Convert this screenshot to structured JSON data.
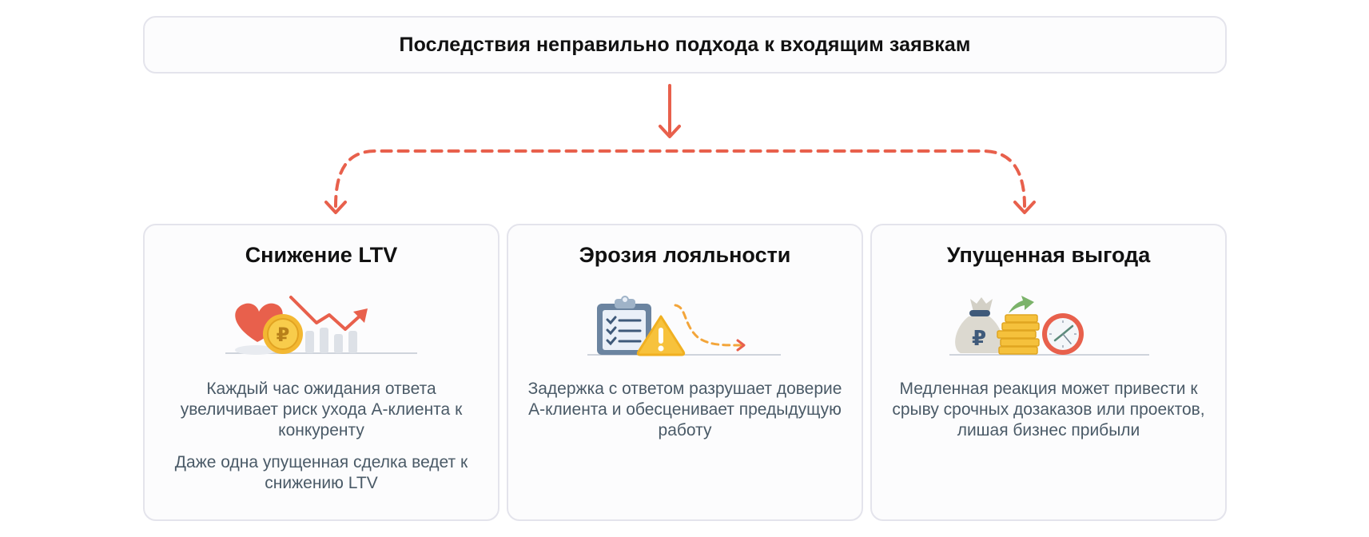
{
  "header": {
    "title": "Последствия неправильно подхода к входящим заявкам"
  },
  "colors": {
    "accent": "#e8604c",
    "border": "#e4e4ec",
    "text_body": "#4a5a67",
    "text_title": "#111111"
  },
  "connector": {
    "style": "solid-down-then-dashed-split",
    "branches": [
      "left",
      "right"
    ]
  },
  "cards": [
    {
      "title": "Снижение LTV",
      "icon": "heart-ruble-coin-declining-chart-icon",
      "paragraphs": [
        "Каждый час ожидания ответа увеличивает риск ухода А-клиента к конкуренту",
        "Даже одна упущенная сделка ведет к снижению LTV"
      ]
    },
    {
      "title": "Эрозия лояльности",
      "icon": "clipboard-warning-dashed-arrow-icon",
      "paragraphs": [
        "Задержка с ответом разрушает доверие А-клиента и обесценивает предыдущую работу"
      ]
    },
    {
      "title": "Упущенная выгода",
      "icon": "money-bag-coins-clock-icon",
      "paragraphs": [
        "Медленная реакция может привести к срыву срочных дозаказов или проектов, лишая бизнес прибыли"
      ]
    }
  ]
}
